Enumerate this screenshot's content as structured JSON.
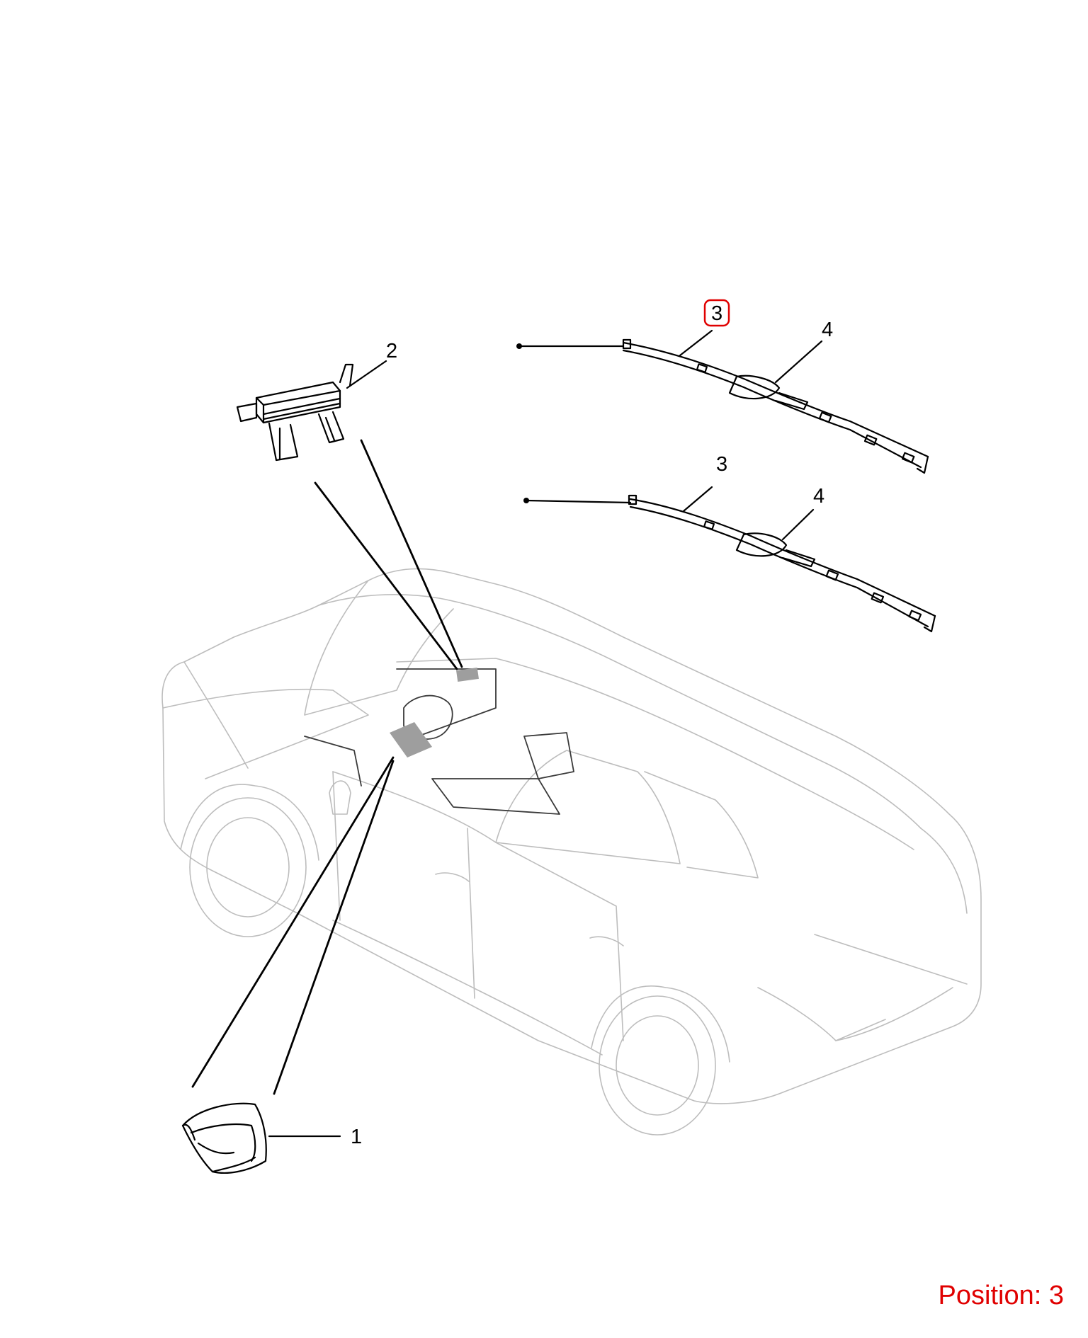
{
  "callouts": {
    "c1": "1",
    "c2": "2",
    "c3_top": "3",
    "c4_top": "4",
    "c3_bottom": "3",
    "c4_bottom": "4"
  },
  "position_label": "Position: 3",
  "colors": {
    "highlight": "#e00000",
    "line": "#000000",
    "car_outline": "#bdbdbd"
  }
}
